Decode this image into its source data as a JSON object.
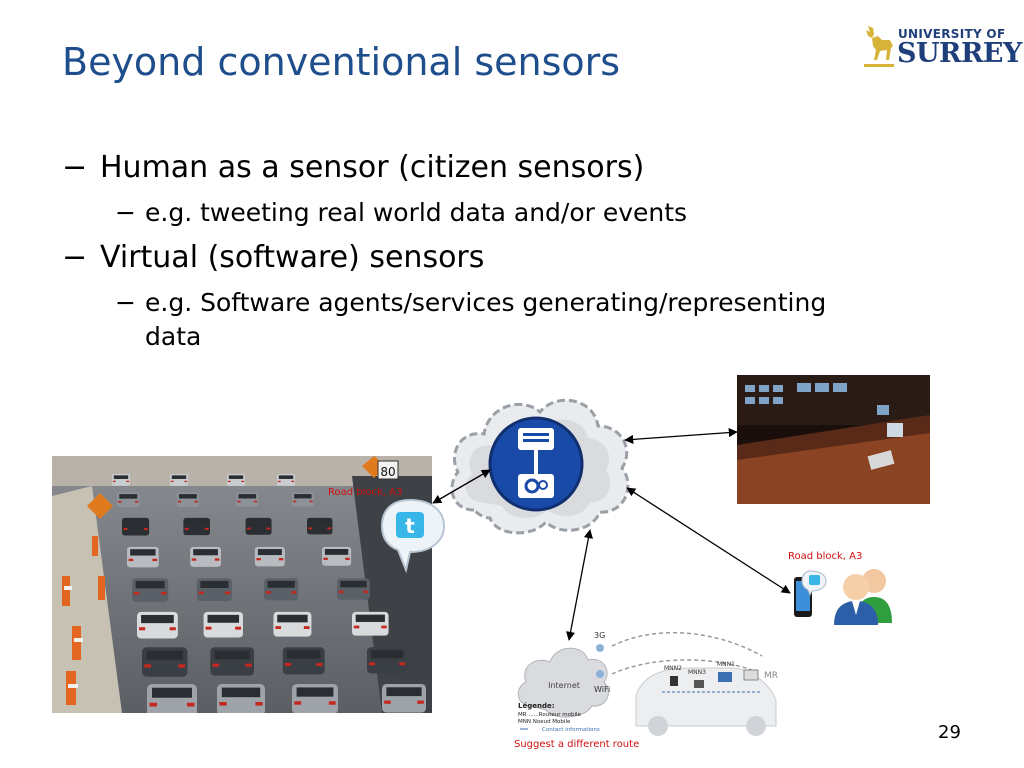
{
  "slide": {
    "title": "Beyond conventional sensors",
    "bullets": [
      {
        "dash": "−",
        "text": "Human as a sensor (citizen sensors)"
      },
      {
        "dash": "−",
        "text": "e.g. tweeting real world data and/or events"
      },
      {
        "dash": "−",
        "text": "Virtual (software) sensors"
      },
      {
        "dash": "−",
        "text": "e.g. Software agents/services generating/representing",
        "continuation": "data"
      }
    ],
    "page_number": "29"
  },
  "logo": {
    "line1": "UNIVERSITY OF",
    "line2": "SURREY"
  },
  "figure": {
    "road_sign": "80",
    "road_block_label_1": "Road block, A3",
    "road_block_label_2": "Road block, A3",
    "suggest_label": "Suggest a different route",
    "network": {
      "cloud_label": "Internet",
      "g3": "3G",
      "wifi": "WiFi",
      "mnn2": "MNN2",
      "mnn3": "MNN3",
      "mnn1": "MNN1",
      "mr": "MR",
      "legend_title": "Légende:",
      "legend_1": "MR ......Routeur mobile",
      "legend_2": "MNN   Noeud Mobile",
      "legend_3": "Contact informations"
    }
  },
  "colors": {
    "title": "#1f4e8c",
    "logo": "#1f3f7a",
    "logo_stag": "#d7b33a",
    "alert_red": "#d01010",
    "hub_blue": "#1a4aa8",
    "twitter": "#38b6e8"
  }
}
